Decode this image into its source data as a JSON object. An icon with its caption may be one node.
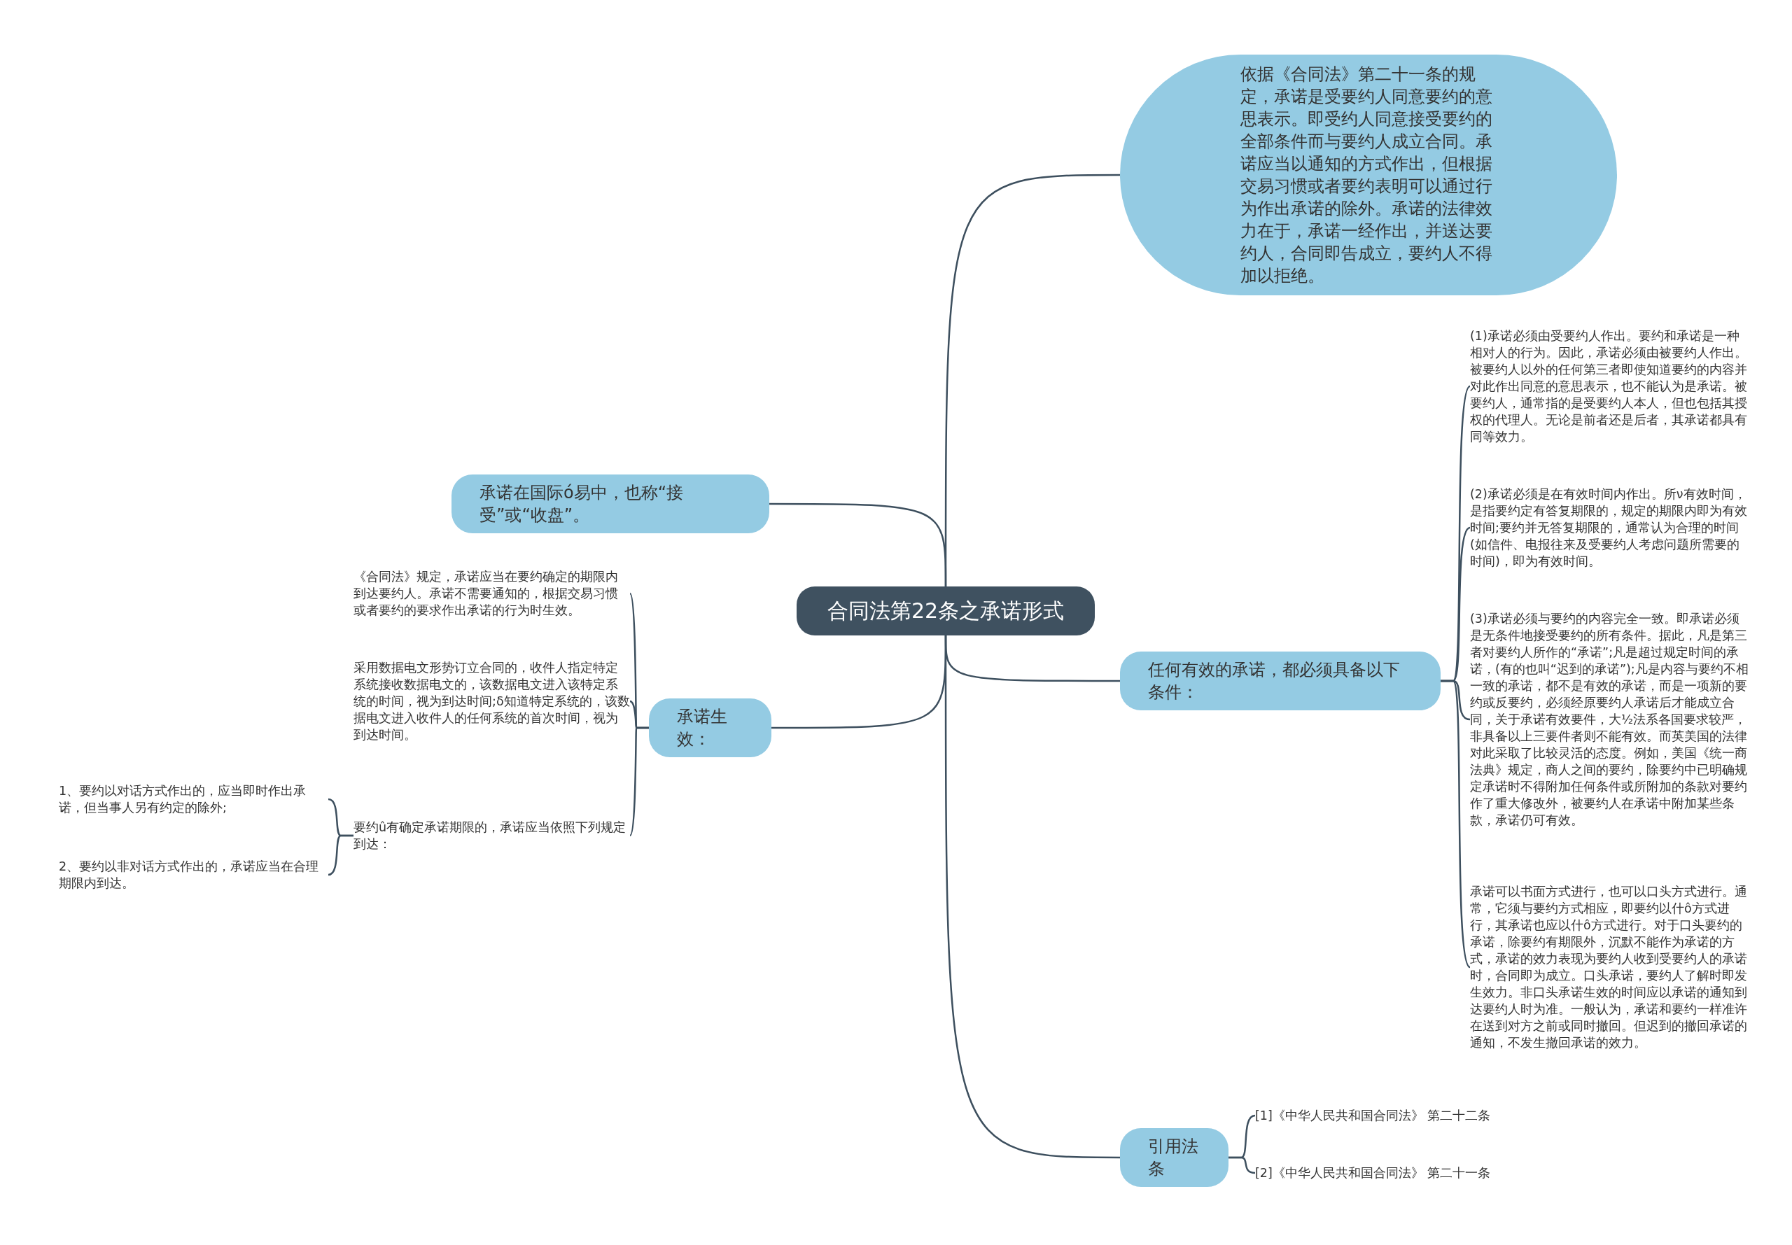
{
  "diagram": {
    "nodes": [
      {
        "text": [
          "合同法第22条之承诺形式"
        ]
      },
      {
        "text": [
          "依据《合同法》第二十一条的规定，承诺是受要约人同意要约的意思表示。即受约人同意接受要约的全部条件而与要约人成立合同。承诺应当以通知的方式作出，但根据交易习惯或者要约表明可以通过行为作出承诺的除外。承诺的法律效力在于，承诺一经作出，并送达要约人，合同即告成立，要约人不得加以拒绝。"
        ]
      },
      {
        "text": [
          "承诺在国际ó易中，也称“接受”或“收盘”。"
        ]
      },
      {
        "text": [
          "承诺生效："
        ]
      },
      {
        "text": [
          "《合同法》规定，承诺应当在要约确定的期限内到达要约人。承诺不需要通知的，根据交易习惯或者要约的要求作出承诺的行为时生效。"
        ]
      },
      {
        "text": [
          "采用数据电文形势订立合同的，收件人指定特定系统接收数据电文的，该数据电文进入该特定系统的时间，视为到达时间;δ知道特定系统的，该数据电文进入收件人的任何系统的首次时间，视为到达时间。"
        ]
      },
      {
        "text": [
          "要约û有确定承诺期限的，承诺应当依照下列规定到达："
        ]
      },
      {
        "text": [
          "1、要约以对话方式作出的，应当即时作出承诺，但当事人另有约定的除外;"
        ]
      },
      {
        "text": [
          "2、要约以非对话方式作出的，承诺应当在合理期限内到达。"
        ]
      },
      {
        "text": [
          "任何有效的承诺，都必须具备以下条件："
        ]
      },
      {
        "text": [
          "(1)承诺必须由受要约人作出。要约和承诺是一种相对人的行为。因此，承诺必须由被要约人作出。被要约人以外的任何第三者即使知道要约的内容并对此作出同意的意思表示，也不能认为是承诺。被要约人，通常指的是受要约人本人，但也包括其授权的代理人。无论是前者还是后者，其承诺都具有同等效力。"
        ]
      },
      {
        "text": [
          "(2)承诺必须是在有效时间内作出。所ν有效时间，是指要约定有答复期限的，规定的期限内即为有效时间;要约并无答复期限的，通常认为合理的时间(如信件、电报往来及受要约人考虑问题所需要的时间)，即为有效时间。"
        ]
      },
      {
        "text": [
          "(3)承诺必须与要约的内容完全一致。即承诺必须是无条件地接受要约的所有条件。据此，凡是第三者对要约人所作的“承诺”;凡是超过规定时间的承诺，(有的也叫“迟到的承诺”);凡是内容与要约不相一致的承诺，都不是有效的承诺，而是一项新的要约或反要约，必须经原要约人承诺后才能成立合同，关于承诺有效要件，大½法系各国要求较严，非具备以上三要件者则不能有效。而英美国的法律对此采取了比较灵活的态度。例如，美国《统一商法典》规定，商人之间的要约，除要约中已明确规定承诺时不得附加任何条件或所附加的条款对要约作了重大修改外，被要约人在承诺中附加某些条款，承诺仍可有效。"
        ]
      },
      {
        "text": [
          "承诺可以书面方式进行，也可以口头方式进行。通常，它须与要约方式相应，即要约以什ô方式进行，其承诺也应以什ô方式进行。对于口头要约的承诺，除要约有期限外，沉默不能作为承诺的方式，承诺的效力表现为要约人收到受要约人的承诺时，合同即为成立。口头承诺，要约人了解时即发生效力。非口头承诺生效的时间应以承诺的通知到达要约人时为准。一般认为，承诺和要约一样准许在送到对方之前或同时撤回。但迟到的撤回承诺的通知，不发生撤回承诺的效力。"
        ]
      },
      {
        "text": [
          "引用法条"
        ]
      },
      {
        "text": [
          "[1]《中华人民共和国合同法》 第二十二条"
        ]
      },
      {
        "text": [
          "[2]《中华人民共和国合同法》 第二十一条"
        ]
      }
    ],
    "edges": [
      {
        "from": 0,
        "to": 1,
        "arrow": "none"
      },
      {
        "from": 0,
        "to": 2,
        "arrow": "none"
      },
      {
        "from": 0,
        "to": 3,
        "arrow": "none"
      },
      {
        "from": 0,
        "to": 9,
        "arrow": "none"
      },
      {
        "from": 0,
        "to": 14,
        "arrow": "none"
      },
      {
        "from": 3,
        "to": 4,
        "arrow": "none"
      },
      {
        "from": 3,
        "to": 5,
        "arrow": "none"
      },
      {
        "from": 3,
        "to": 6,
        "arrow": "none"
      },
      {
        "from": 6,
        "to": 7,
        "arrow": "none"
      },
      {
        "from": 6,
        "to": 8,
        "arrow": "none"
      },
      {
        "from": 9,
        "to": 10,
        "arrow": "none"
      },
      {
        "from": 9,
        "to": 11,
        "arrow": "none"
      },
      {
        "from": 9,
        "to": 12,
        "arrow": "none"
      },
      {
        "from": 9,
        "to": 13,
        "arrow": "none"
      },
      {
        "from": 14,
        "to": 15,
        "arrow": "none"
      },
      {
        "from": 14,
        "to": 16,
        "arrow": "none"
      }
    ]
  }
}
